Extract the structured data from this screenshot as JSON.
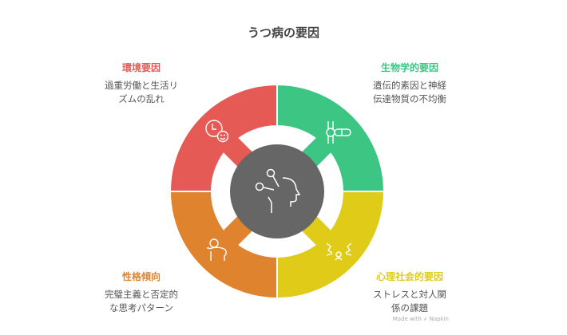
{
  "title": "うつ病の要因",
  "factors": [
    {
      "heading": "環境要因",
      "text1": "過重労働と生活リ",
      "text2": "ズムの乱れ",
      "color": "#E55A55",
      "icon": "clock-stress-icon"
    },
    {
      "heading": "生物学的要因",
      "text1": "遺伝的素因と神経",
      "text2": "伝達物質の不均衡",
      "color": "#3CC583",
      "icon": "capsule-icon"
    },
    {
      "heading": "心理社会的要因",
      "text1": "ストレスと対人関",
      "text2": "係の課題",
      "color": "#DFCB18",
      "icon": "social-pressure-icon"
    },
    {
      "heading": "性格傾向",
      "text1": "完璧主義と否定的",
      "text2": "な思考パターン",
      "color": "#E0832F",
      "icon": "person-thinking-icon"
    }
  ],
  "center": {
    "color": "#666666",
    "icon": "head-mind-icon"
  },
  "watermark": "Made with ⸙ Napkin"
}
